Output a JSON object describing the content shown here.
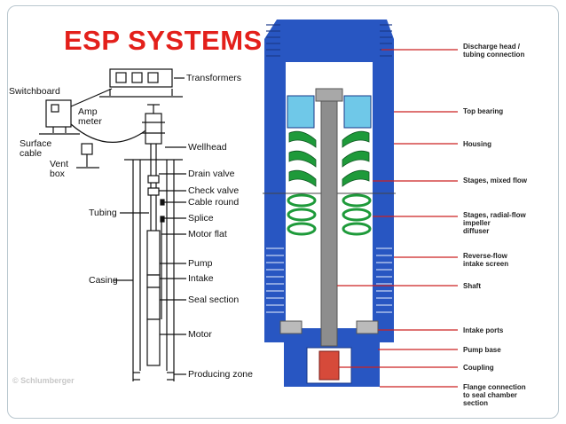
{
  "slide": {
    "title": "ESP SYSTEMS",
    "credit": "© Schlumberger"
  },
  "left_diagram": {
    "labels": {
      "switchboard": "Switchboard",
      "amp_meter": "Amp\nmeter",
      "surface_cable": "Surface\ncable",
      "vent_box": "Vent\nbox",
      "transformers": "Transformers",
      "wellhead": "Wellhead",
      "drain_valve": "Drain valve",
      "check_valve": "Check valve",
      "cable_round": "Cable round",
      "tubing": "Tubing",
      "splice": "Splice",
      "motor_flat": "Motor flat",
      "pump": "Pump",
      "casing": "Casing",
      "intake": "Intake",
      "seal_section": "Seal section",
      "motor": "Motor",
      "producing_zone": "Producing zone"
    }
  },
  "right_diagram": {
    "labels": {
      "discharge_head": "Discharge head /\ntubing connection",
      "top_bearing": "Top bearing",
      "housing": "Housing",
      "stages_mixed": "Stages, mixed flow",
      "stages_radial": "Stages, radial-flow\nimpeller\ndiffuser",
      "reverse_flow": "Reverse-flow\nintake screen",
      "shaft": "Shaft",
      "intake_ports": "Intake ports",
      "pump_base": "Pump base",
      "coupling": "Coupling",
      "flange": "Flange connection\nto seal chamber\nsection"
    },
    "colors": {
      "housing": "#2856c2",
      "stages": "#1e9a3a",
      "shaft": "#8d8d8d",
      "leader": "#cc2222",
      "bearing": "#6fc8e8"
    }
  }
}
